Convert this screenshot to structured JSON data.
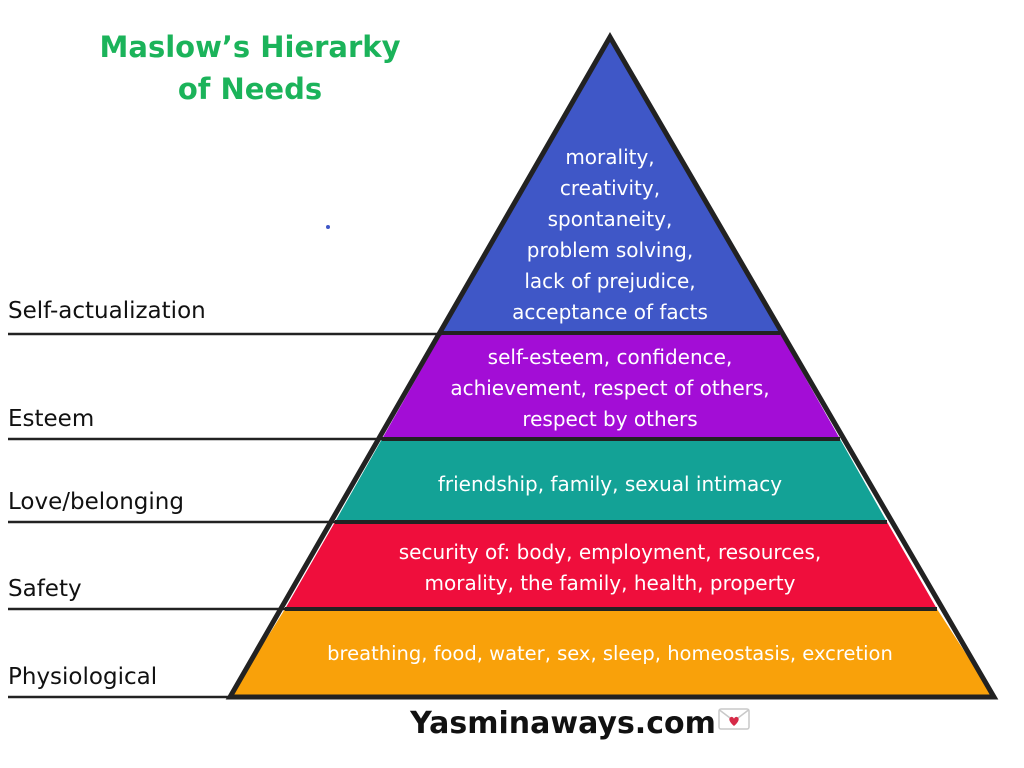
{
  "title": {
    "line1": "Maslow’s Hierarky",
    "line2": "of Needs"
  },
  "levels": [
    {
      "name": "Self-actualization",
      "color": "#3f57c7",
      "lines": [
        "morality,",
        "creativity,",
        "spontaneity,",
        "problem solving,",
        "lack of prejudice,",
        "acceptance of facts"
      ]
    },
    {
      "name": "Esteem",
      "color": "#a30dd6",
      "lines": [
        "self-esteem, confidence,",
        "achievement, respect of others,",
        "respect by others"
      ]
    },
    {
      "name": "Love/belonging",
      "color": "#13a296",
      "lines": [
        "friendship, family, sexual intimacy"
      ]
    },
    {
      "name": "Safety",
      "color": "#ef0e3c",
      "lines": [
        "security of: body, employment, resources,",
        "morality, the family, health, property"
      ]
    },
    {
      "name": "Physiological",
      "color": "#f9a10a",
      "lines": [
        "breathing, food, water, sex, sleep, homeostasis, excretion"
      ]
    }
  ],
  "footer": {
    "site": "Yasminaways.com",
    "icon": "love-letter-icon"
  },
  "colors": {
    "title": "#1bb35a",
    "outline": "#222222",
    "label_text": "#111111",
    "level_text": "#ffffff"
  }
}
